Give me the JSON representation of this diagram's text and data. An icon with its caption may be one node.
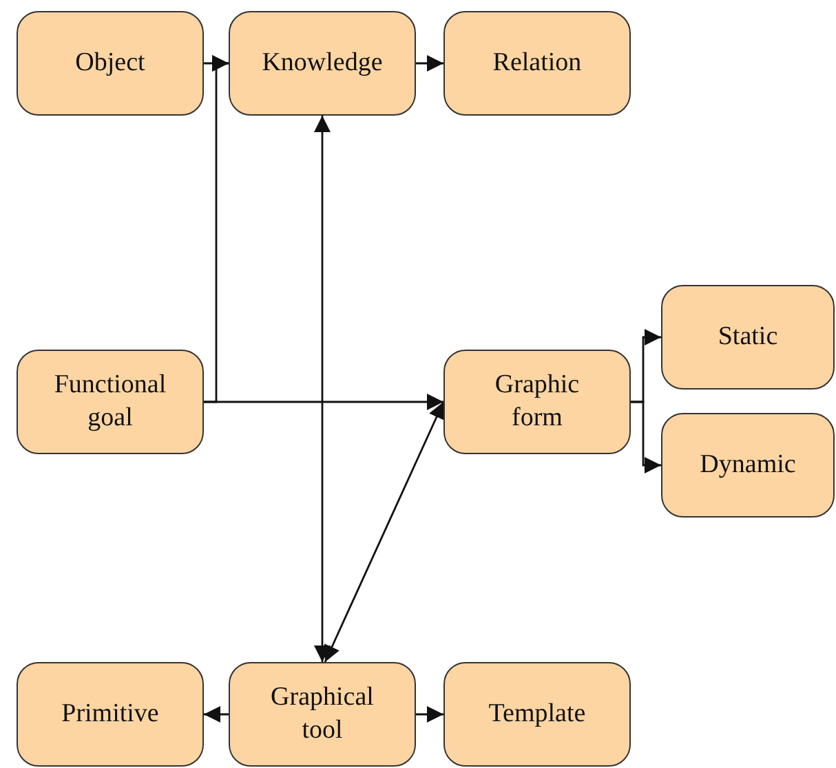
{
  "diagram": {
    "nodes": [
      {
        "text": [
          "Object"
        ]
      },
      {
        "text": [
          "Knowledge"
        ]
      },
      {
        "text": [
          "Relation"
        ]
      },
      {
        "text": [
          "Functional goal"
        ]
      },
      {
        "text": [
          "Graphic form"
        ]
      },
      {
        "text": [
          "Static"
        ]
      },
      {
        "text": [
          "Dynamic"
        ]
      },
      {
        "text": [
          "Primitive"
        ]
      },
      {
        "text": [
          "Graphical tool"
        ]
      },
      {
        "text": [
          "Template"
        ]
      }
    ],
    "edges": [
      {
        "from": 0,
        "to": 1,
        "arrow": "to"
      },
      {
        "from": 1,
        "to": 2,
        "arrow": "to"
      },
      {
        "from": 3,
        "to": 1,
        "arrow": "to"
      },
      {
        "from": 3,
        "to": 4,
        "arrow": "to"
      },
      {
        "from": 1,
        "to": 8,
        "arrow": "both"
      },
      {
        "from": 4,
        "to": 8,
        "arrow": "both"
      },
      {
        "from": 4,
        "to": 5,
        "arrow": "to"
      },
      {
        "from": 4,
        "to": 6,
        "arrow": "to"
      },
      {
        "from": 8,
        "to": 7,
        "arrow": "to"
      },
      {
        "from": 8,
        "to": 9,
        "arrow": "to"
      }
    ]
  }
}
